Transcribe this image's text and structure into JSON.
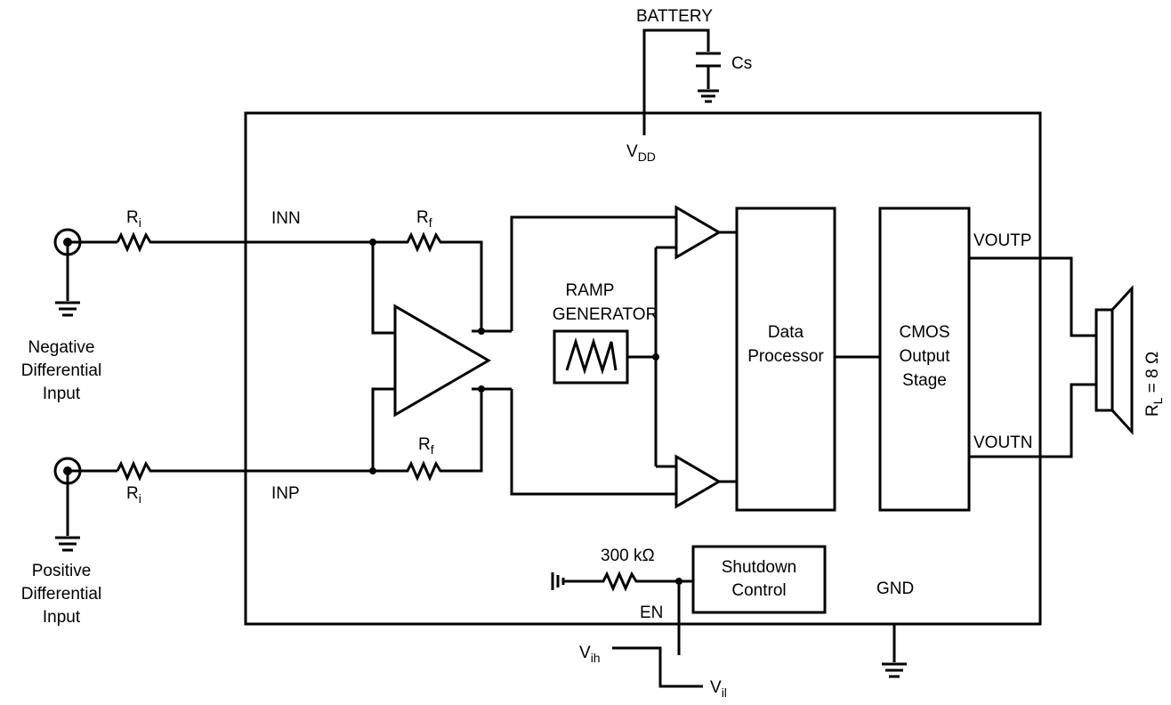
{
  "labels": {
    "battery": "BATTERY",
    "cs": "Cs",
    "vdd_main": "V",
    "vdd_sub": "DD",
    "ri_main": "R",
    "ri_sub": "i",
    "rf_main": "R",
    "rf_sub": "f",
    "inn": "INN",
    "inp": "INP",
    "neg_input": [
      "Negative",
      "Differential",
      "Input"
    ],
    "pos_input": [
      "Positive",
      "Differential",
      "Input"
    ],
    "ramp": [
      "RAMP",
      "GENERATOR"
    ],
    "data_processor": [
      "Data",
      "Processor"
    ],
    "cmos": [
      "CMOS",
      "Output",
      "Stage"
    ],
    "voutp": "VOUTP",
    "voutn": "VOUTN",
    "rl_main": "R",
    "rl_sub": "L",
    "rl_value": " = 8 Ω",
    "r300k": "300 kΩ",
    "shutdown": [
      "Shutdown",
      "Control"
    ],
    "en": "EN",
    "gnd": "GND",
    "vih_main": "V",
    "vih_sub": "ih",
    "vil_main": "V",
    "vil_sub": "il"
  }
}
